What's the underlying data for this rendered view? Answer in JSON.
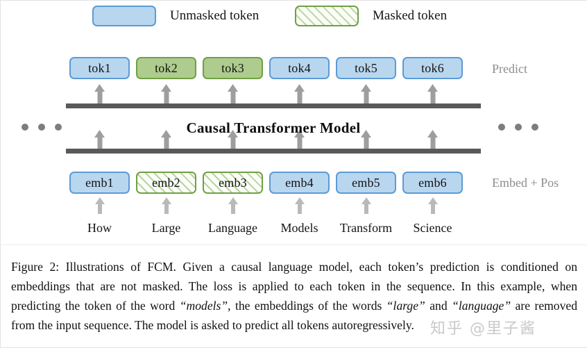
{
  "legend": {
    "items": [
      {
        "label": "Unmasked token",
        "style": "solid-blue",
        "swatch_fill": "#b9d6ef",
        "swatch_border": "#5b9bd5"
      },
      {
        "label": "Masked token",
        "style": "hatched-green",
        "swatch_fill": "#fbfdf8",
        "swatch_border": "#6fa043"
      }
    ]
  },
  "diagram": {
    "model_label": "Causal Transformer Model",
    "side_labels": {
      "top": "Predict",
      "bottom": "Embed + Pos"
    },
    "ellipsis": {
      "left": "• • •",
      "right": "• • •"
    },
    "token_row": [
      {
        "label": "tok1",
        "state": "unmasked"
      },
      {
        "label": "tok2",
        "state": "masked"
      },
      {
        "label": "tok3",
        "state": "masked"
      },
      {
        "label": "tok4",
        "state": "unmasked"
      },
      {
        "label": "tok5",
        "state": "unmasked"
      },
      {
        "label": "tok6",
        "state": "unmasked"
      }
    ],
    "embedding_row": [
      {
        "label": "emb1",
        "state": "unmasked"
      },
      {
        "label": "emb2",
        "state": "masked"
      },
      {
        "label": "emb3",
        "state": "masked"
      },
      {
        "label": "emb4",
        "state": "unmasked"
      },
      {
        "label": "emb5",
        "state": "unmasked"
      },
      {
        "label": "emb6",
        "state": "unmasked"
      }
    ],
    "word_row": [
      "How",
      "Large",
      "Language",
      "Models",
      "Transform",
      "Science"
    ],
    "colors": {
      "bar": "#595959",
      "arrow": "#9e9e9e",
      "stem": "#cfcfcf",
      "side_label": "#8c8c8c",
      "unmasked_fill": "#b9d6ef",
      "unmasked_border": "#5b9bd5",
      "masked_fill": "#aecc8d",
      "masked_border": "#6fa043"
    }
  },
  "caption": {
    "figure_number": "Figure 2:",
    "text_part_1": " Illustrations of FCM. Given a causal language model, each token’s prediction is conditioned on embeddings that are not masked. The loss is applied to each token in the sequence. In this example, when predicting the token of the word ",
    "emphasis_1": "“models”",
    "text_part_2": ", the embeddings of the words ",
    "emphasis_2": "“large”",
    "text_part_3": " and ",
    "emphasis_3": "“language”",
    "text_part_4": " are removed from the input sequence. The model is asked to predict all tokens autoregressively."
  },
  "watermark": {
    "text": "知乎 @里子酱"
  }
}
